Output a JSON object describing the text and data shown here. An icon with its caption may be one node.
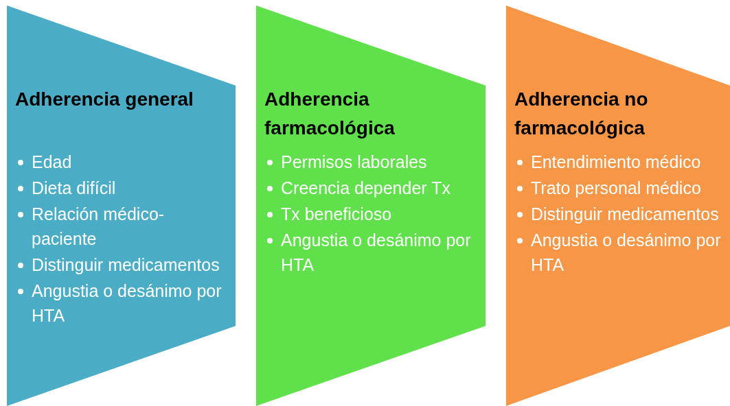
{
  "diagram": {
    "nodes": [
      {
        "text": [
          "Adherencia general",
          "Edad",
          "Dieta difícil",
          "Relación médico-paciente",
          "Distinguir medicamentos",
          "Angustia o desánimo por HTA"
        ]
      },
      {
        "text": [
          "Adherencia farmacológica",
          "Permisos laborales",
          "Creencia depender Tx",
          "Tx beneficioso",
          "Angustia o desánimo por HTA"
        ]
      },
      {
        "text": [
          "Adherencia no farmacológica",
          "Entendimiento médico",
          "Trato personal médico",
          "Distinguir medicamentos",
          "Angustia o desánimo por HTA"
        ]
      }
    ]
  }
}
